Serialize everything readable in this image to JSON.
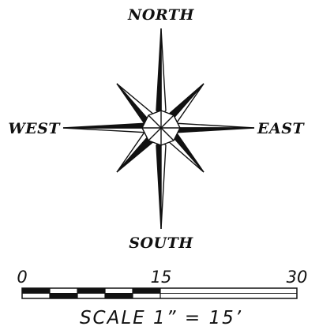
{
  "compass": {
    "north": "NORTH",
    "south": "SOUTH",
    "east": "EAST",
    "west": "WEST"
  },
  "scale": {
    "tick_labels": [
      "0",
      "15",
      "30"
    ],
    "caption": "SCALE 1” = 15’"
  },
  "colors": {
    "ink": "#111111",
    "paper": "#ffffff"
  }
}
